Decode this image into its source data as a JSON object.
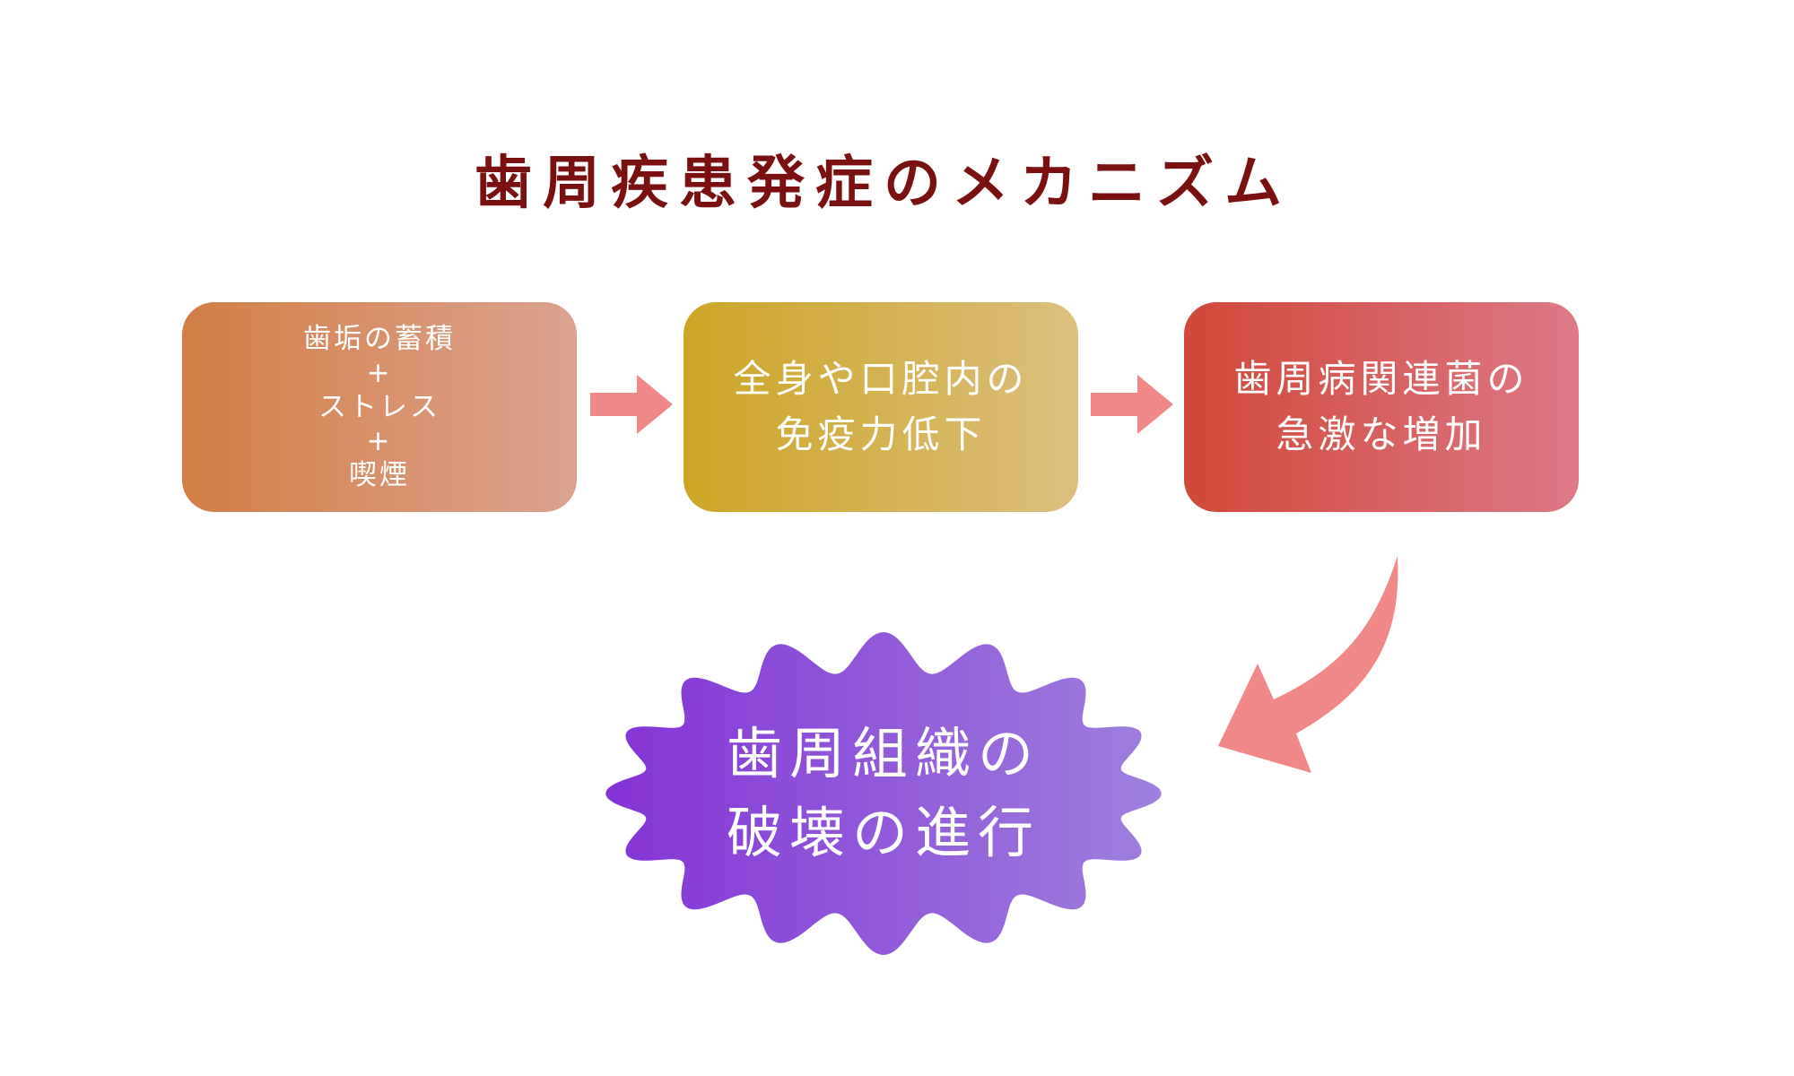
{
  "title": "歯周疾患発症のメカニズム",
  "boxes": [
    {
      "lines": [
        "歯垢の蓄積",
        "+",
        "ストレス",
        "+",
        "喫煙"
      ]
    },
    {
      "lines": [
        "全身や口腔内の",
        "免疫力低下"
      ]
    },
    {
      "lines": [
        "歯周病関連菌の",
        "急激な増加"
      ]
    }
  ],
  "result": {
    "lines": [
      "歯周組織の",
      "破壊の進行"
    ]
  },
  "colors": {
    "title": "#7a1010",
    "arrow": "#f08888",
    "box1": [
      "#d27e45",
      "#dca38f"
    ],
    "box2": [
      "#cda524",
      "#dcbf80"
    ],
    "box3": [
      "#d04838",
      "#de7987"
    ],
    "result": [
      "#8433d6",
      "#9f80de"
    ]
  }
}
